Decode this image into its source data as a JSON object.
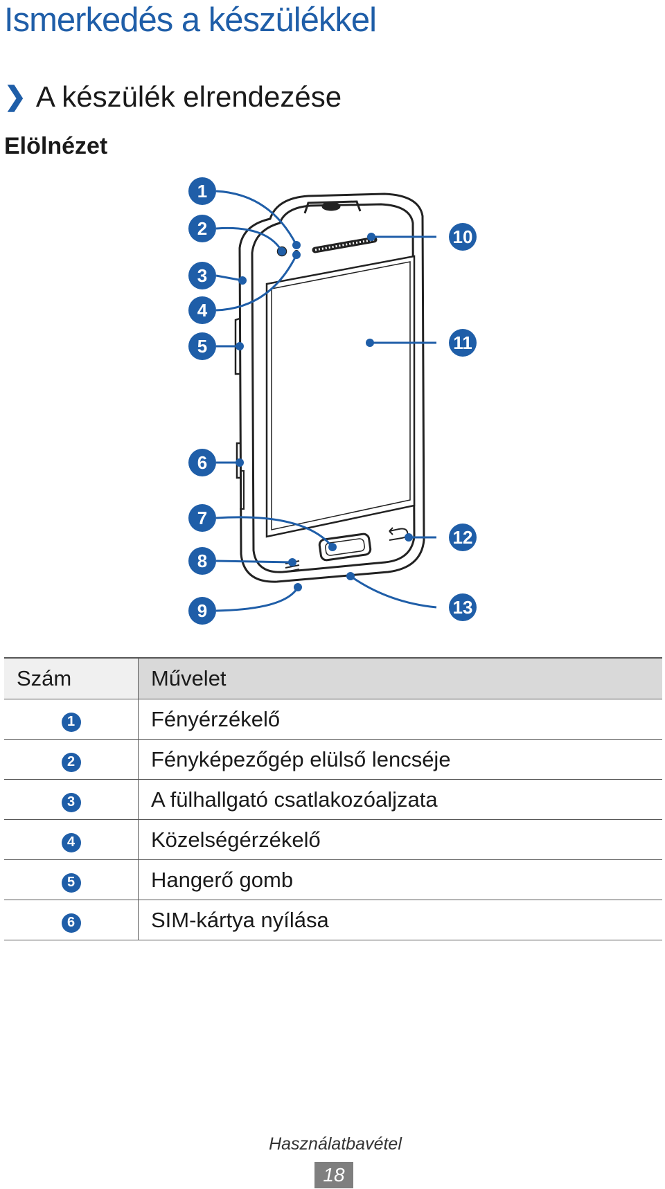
{
  "chapter": {
    "title": "Ismerkedés a készülékkel"
  },
  "section": {
    "chevron": "❯",
    "title": "A készülék elrendezése"
  },
  "subsection": {
    "title": "Elölnézet"
  },
  "figure": {
    "callouts": [
      "1",
      "2",
      "3",
      "4",
      "5",
      "6",
      "7",
      "8",
      "9",
      "10",
      "11",
      "12",
      "13"
    ],
    "accent_color": "#1f5ea8"
  },
  "table": {
    "headers": {
      "number": "Szám",
      "operation": "Művelet"
    },
    "rows": [
      {
        "num": "1",
        "label": "Fényérzékelő"
      },
      {
        "num": "2",
        "label": "Fényképezőgép elülső lencséje"
      },
      {
        "num": "3",
        "label": "A fülhallgató csatlakozóaljzata"
      },
      {
        "num": "4",
        "label": "Közelségérzékelő"
      },
      {
        "num": "5",
        "label": "Hangerő gomb"
      },
      {
        "num": "6",
        "label": "SIM-kártya nyílása"
      }
    ]
  },
  "footer": {
    "label": "Használatbavétel",
    "page": "18"
  }
}
